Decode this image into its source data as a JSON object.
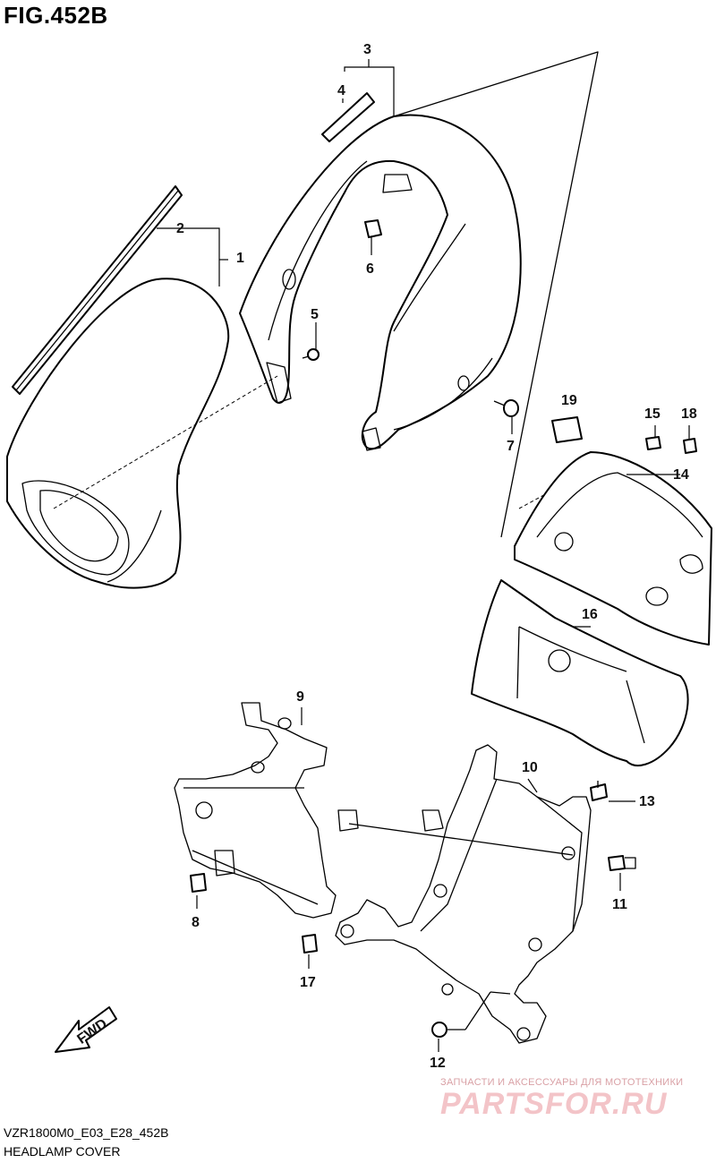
{
  "figure": {
    "title": "FIG.452B",
    "code": "VZR1800M0_E03_E28_452B",
    "caption": "HEADLAMP COVER"
  },
  "fwd_label": "FWD",
  "watermark": {
    "tagline": "ЗАПЧАСТИ И АКСЕССУАРЫ ДЛЯ МОТОТЕХНИКИ",
    "logo": "PARTSFOR.RU"
  },
  "callouts": [
    "1",
    "2",
    "3",
    "4",
    "5",
    "6",
    "7",
    "8",
    "9",
    "10",
    "11",
    "12",
    "13",
    "14",
    "15",
    "16",
    "17",
    "18",
    "19"
  ]
}
